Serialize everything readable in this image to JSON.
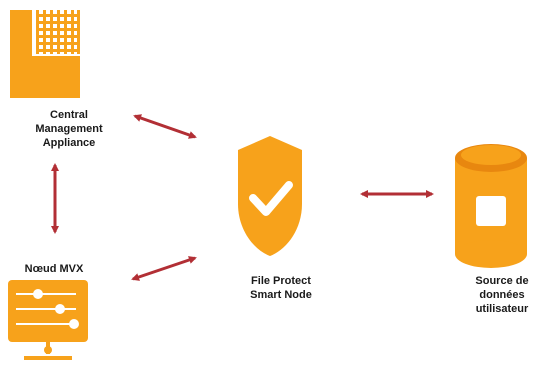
{
  "colors": {
    "orange": "#f7a21b",
    "orange_dark": "#e8870f",
    "arrow": "#b22f35",
    "white": "#ffffff",
    "text": "#1a1a1a"
  },
  "icons": {
    "appliance": "appliance-grid-icon",
    "node": "sliders-monitor-icon",
    "smart_node": "shield-check-icon",
    "data_source": "database-cylinder-icon"
  },
  "nodes": {
    "cma": {
      "line1": "Central",
      "line2": "Management",
      "line3": "Appliance"
    },
    "mvx": {
      "line1": "Nœud MVX"
    },
    "fpsn": {
      "line1": "File Protect",
      "line2": "Smart Node"
    },
    "source": {
      "line1": "Source de",
      "line2": "données",
      "line3": "utilisateur"
    }
  }
}
